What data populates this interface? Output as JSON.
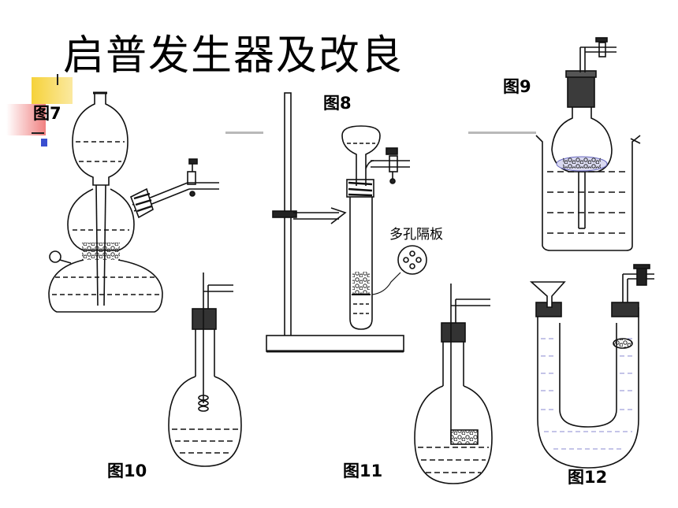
{
  "slide": {
    "title": "启普发生器及改良"
  },
  "figures": [
    {
      "id": "fig7",
      "caption": "图7"
    },
    {
      "id": "fig8",
      "caption": "图8",
      "annotation": "多孔隔板"
    },
    {
      "id": "fig9",
      "caption": "图9"
    },
    {
      "id": "fig10",
      "caption": "图10"
    },
    {
      "id": "fig11",
      "caption": "图11"
    },
    {
      "id": "fig12",
      "caption": "图12"
    }
  ],
  "colors": {
    "deco_yellow": "#f2c200",
    "deco_red": "#e23a3a",
    "deco_blue": "#3a4fd0",
    "line_gray": "#b9b9b9",
    "stopper": "#333333"
  }
}
